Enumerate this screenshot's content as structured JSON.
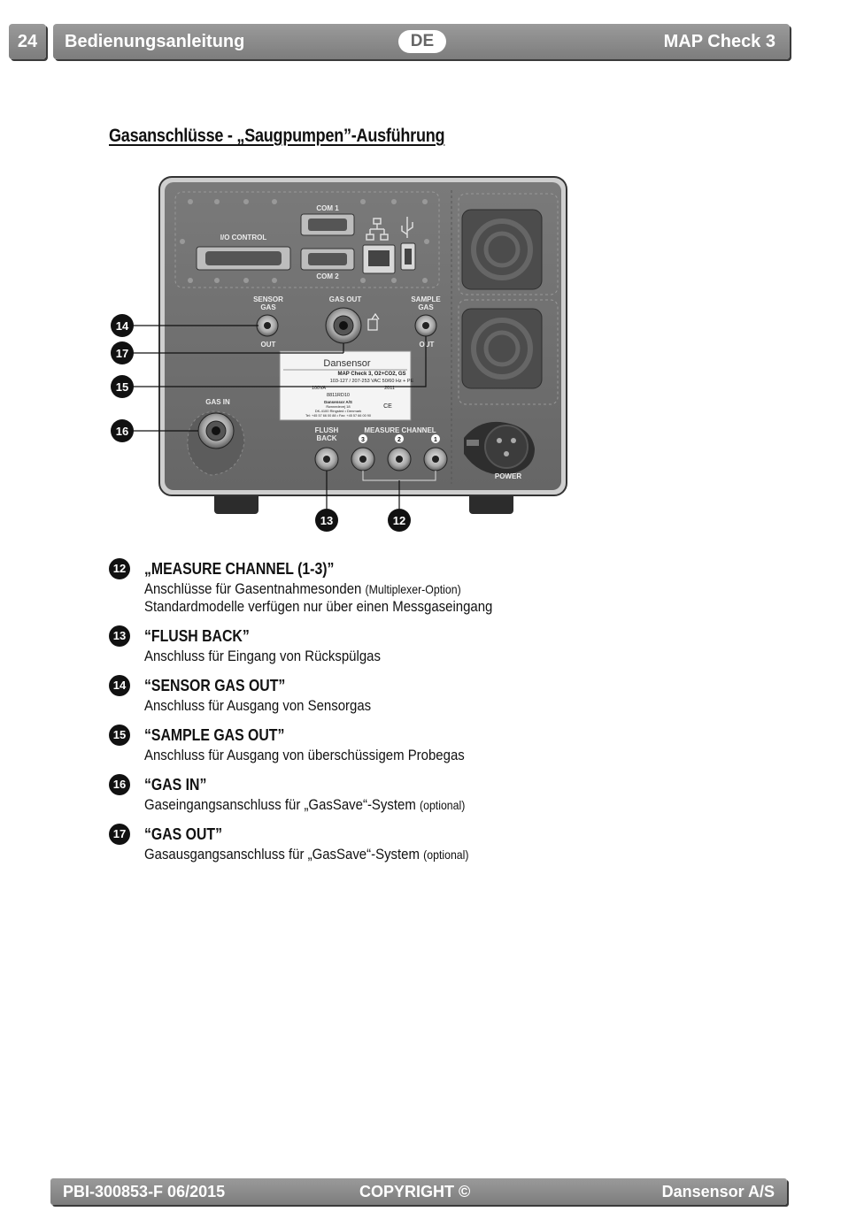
{
  "header": {
    "page_number": "24",
    "manual": "Bedienungsanleitung",
    "language": "DE",
    "product": "MAP Check 3"
  },
  "title": "Gasanschlüsse - „Saugpumpen”-Ausführung",
  "figure": {
    "panel_labels": {
      "com1": "COM 1",
      "com2": "COM 2",
      "io_control": "I/O CONTROL",
      "sensor_gas_1": "SENSOR",
      "sensor_gas_2": "GAS",
      "sensor_out": "OUT",
      "gas_out": "GAS OUT",
      "sample_gas_1": "SAMPLE",
      "sample_gas_2": "GAS",
      "sample_out": "OUT",
      "gas_in": "GAS IN",
      "flush_back_1": "FLUSH",
      "flush_back_2": "BACK",
      "measure_channel": "MEASURE CHANNEL",
      "ch1": "1",
      "ch2": "2",
      "ch3": "3",
      "power": "POWER"
    },
    "rating_plate": {
      "brand": "Dansensor",
      "model": "MAP Check 3, O2+CO2, GS",
      "voltage": "103-127 / 207-253 VAC 50/60 Hz + PE",
      "power": "100VA",
      "year": "2011",
      "serial": "8811RD10",
      "ce": "CE",
      "company": "Dansensor A/S",
      "address_1": "Rønnedevej 18",
      "address_2": "DK-4100 Ringsted • Denmark",
      "phone": "Tel: +45 57 66 00 88 • Fax: +45 57 66 00 90"
    },
    "callouts": [
      "14",
      "17",
      "15",
      "16",
      "13",
      "12"
    ]
  },
  "items": [
    {
      "num": "12",
      "title": "„MEASURE CHANNEL (1-3)”",
      "desc": "Anschlüsse für Gasentnahmesonden",
      "desc_small": "(Multiplexer-Option)",
      "desc2": "Standardmodelle verfügen nur über einen Messgaseingang"
    },
    {
      "num": "13",
      "title": "“FLUSH BACK”",
      "desc": "Anschluss für Eingang von Rückspülgas",
      "desc_small": "",
      "desc2": ""
    },
    {
      "num": "14",
      "title": "“SENSOR GAS OUT”",
      "desc": "Anschluss für Ausgang von Sensorgas",
      "desc_small": "",
      "desc2": ""
    },
    {
      "num": "15",
      "title": "“SAMPLE GAS OUT”",
      "desc": "Anschluss für Ausgang von überschüssigem Probegas",
      "desc_small": "",
      "desc2": ""
    },
    {
      "num": "16",
      "title": "“GAS IN”",
      "desc": "Gaseingangsanschluss für „GasSave“-System",
      "desc_small": "(optional)",
      "desc2": ""
    },
    {
      "num": "17",
      "title": "“GAS OUT”",
      "desc": "Gasausgangsanschluss für „GasSave“-System",
      "desc_small": "(optional)",
      "desc2": ""
    }
  ],
  "footer": {
    "doc_id": "PBI-300853-F 06/2015",
    "copyright": "COPYRIGHT ©",
    "company": "Dansensor A/S"
  },
  "colors": {
    "bar": "#8a8a8a",
    "panel": "#6f6f6f",
    "ink": "#111111"
  }
}
